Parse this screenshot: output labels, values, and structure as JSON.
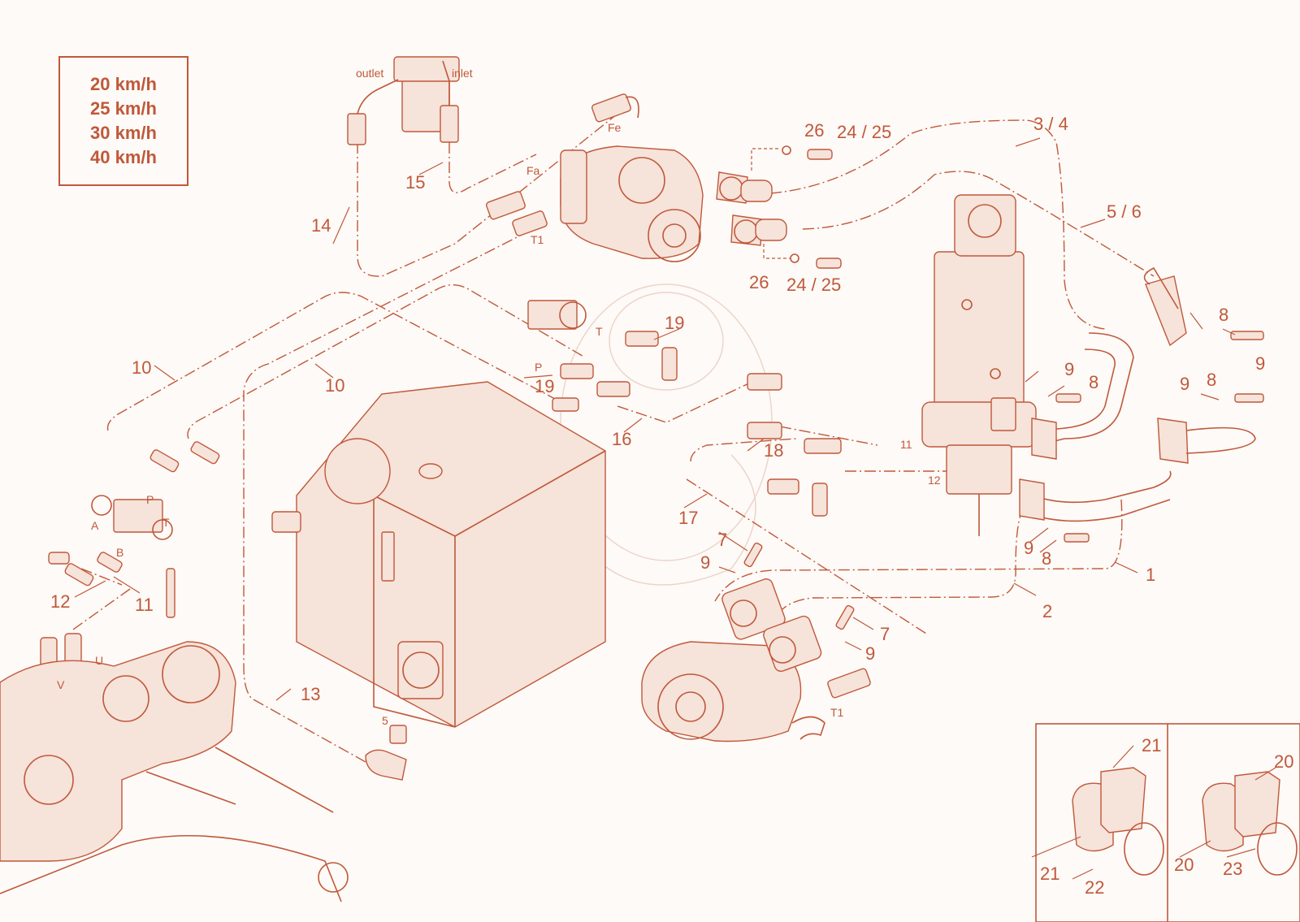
{
  "speed_variants": [
    "20 km/h",
    "25 km/h",
    "30 km/h",
    "40 km/h"
  ],
  "callouts": {
    "c1": "1",
    "c2": "2",
    "c3_4": "3 / 4",
    "c5_6": "5 / 6",
    "c7a": "7",
    "c7b": "7",
    "c8a": "8",
    "c8b": "8",
    "c8c": "8",
    "c8d": "8",
    "c9a": "9",
    "c9b": "9",
    "c9c": "9",
    "c9d": "9",
    "c9e": "9",
    "c9f": "9",
    "c10a": "10",
    "c10b": "10",
    "c11": "11",
    "c12": "12",
    "c13": "13",
    "c14": "14",
    "c15": "15",
    "c16": "16",
    "c17": "17",
    "c18": "18",
    "c19a": "19",
    "c19b": "19",
    "c20a": "20",
    "c20b": "20",
    "c21a": "21",
    "c21b": "21",
    "c22": "22",
    "c23": "23",
    "c24_25a": "24 / 25",
    "c24_25b": "24 / 25",
    "c26a": "26",
    "c26b": "26"
  },
  "port_labels": {
    "outlet": "outlet",
    "inlet": "inlet",
    "fe": "Fe",
    "fa": "Fa",
    "t1_pump": "T1",
    "t1_motor": "T1",
    "t_valve": "T",
    "p_valve": "P",
    "p_block": "P",
    "t_block": "T",
    "a_block": "A",
    "b_block": "B",
    "u_port": "U",
    "v_port": "V",
    "p11": "11",
    "p12": "12",
    "p5": "5"
  },
  "colors": {
    "line": "#c0583a",
    "background": "#fdfaf7",
    "watermark": "#ecd3c8"
  }
}
